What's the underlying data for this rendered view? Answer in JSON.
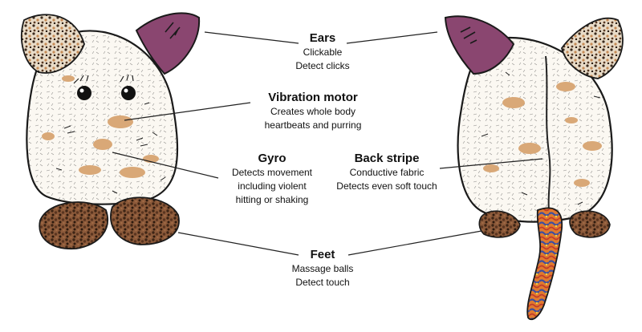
{
  "colors": {
    "fur": "#fbf8f2",
    "fur_outline": "#1a1a1a",
    "spots": "#d9a877",
    "ear_inner": "#8a4670",
    "feet": "#8c5a3a",
    "tail_blue": "#3d4fa0",
    "tail_orange": "#e07a2e",
    "leader": "#222222"
  },
  "callouts": {
    "ears": {
      "title": "Ears",
      "lines": [
        "Clickable",
        "Detect clicks"
      ]
    },
    "vibration": {
      "title": "Vibration motor",
      "lines": [
        "Creates whole body",
        "heartbeats and purring"
      ]
    },
    "gyro": {
      "title": "Gyro",
      "lines": [
        "Detects movement",
        "including violent",
        "hitting or shaking"
      ]
    },
    "back": {
      "title": "Back stripe",
      "lines": [
        "Conductive fabric",
        "Detects even soft touch"
      ]
    },
    "feet": {
      "title": "Feet",
      "lines": [
        "Massage balls",
        "Detect touch"
      ]
    }
  }
}
